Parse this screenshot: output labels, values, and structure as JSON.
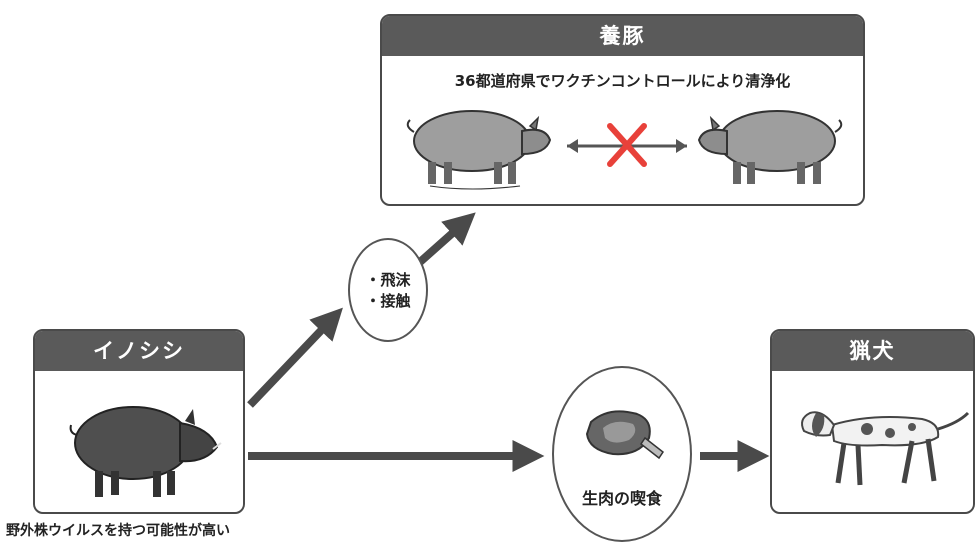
{
  "farm_box": {
    "title": "養豚",
    "subtitle": "36都道府県でワクチンコントロールにより清浄化",
    "cross_mark_color": "#e8413a"
  },
  "boar_box": {
    "title": "イノシシ",
    "caption": "野外株ウイルスを持つ可能性が高い"
  },
  "hunting_dog_box": {
    "title": "猟犬"
  },
  "route_contact": {
    "items": [
      "・飛沫",
      "・接触"
    ]
  },
  "route_meat": {
    "label": "生肉の喫食",
    "icon": "raw-meat-icon"
  },
  "colors": {
    "header_bg": "#5a5a5a",
    "arrow": "#4a4a4a",
    "border": "#4a4a4a"
  }
}
